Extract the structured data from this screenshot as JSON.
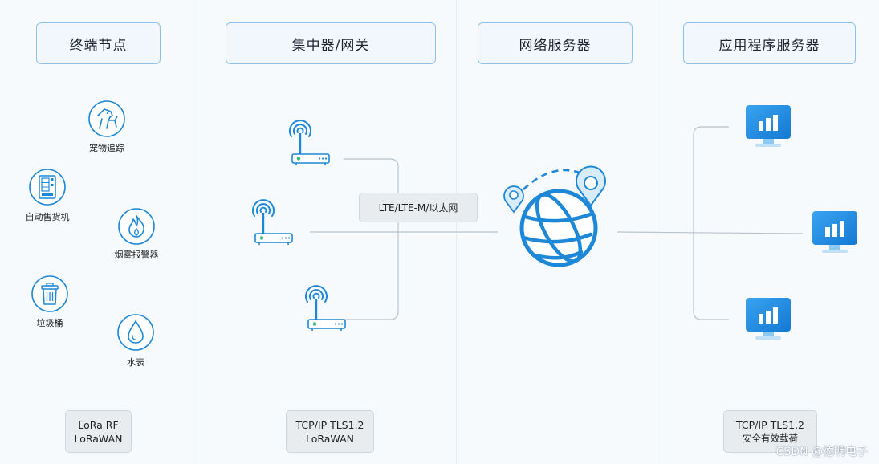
{
  "columns": {
    "end_nodes": "终端节点",
    "gateway": "集中器/网关",
    "network_server": "网络服务器",
    "app_server": "应用程序服务器"
  },
  "devices": {
    "pet_tracking": "宠物追踪",
    "vending_machine": "自动售货机",
    "smoke_alarm": "烟雾报警器",
    "trash_can": "垃圾桶",
    "water_meter": "水表"
  },
  "protocols": {
    "end_nodes": [
      "LoRa RF",
      "LoRaWAN"
    ],
    "gateway": [
      "TCP/IP TLS1.2",
      "LoRaWAN"
    ],
    "app_server": [
      "TCP/IP TLS1.2",
      "安全有效载荷"
    ]
  },
  "link_label": "LTE/LTE-M/以太网",
  "watermark": "CSDN @德明电子",
  "colors": {
    "accent": "#1e88d8",
    "border": "#8fc3e6",
    "line": "#b9c3cc",
    "header_bg": "#f1f7fd",
    "proto_bg": "#e9ecef"
  },
  "icons": [
    "dog-icon",
    "vending-machine-icon",
    "flame-icon",
    "trash-icon",
    "water-drop-icon",
    "router-icon",
    "globe-icon",
    "location-pin-icon",
    "monitor-chart-icon"
  ]
}
